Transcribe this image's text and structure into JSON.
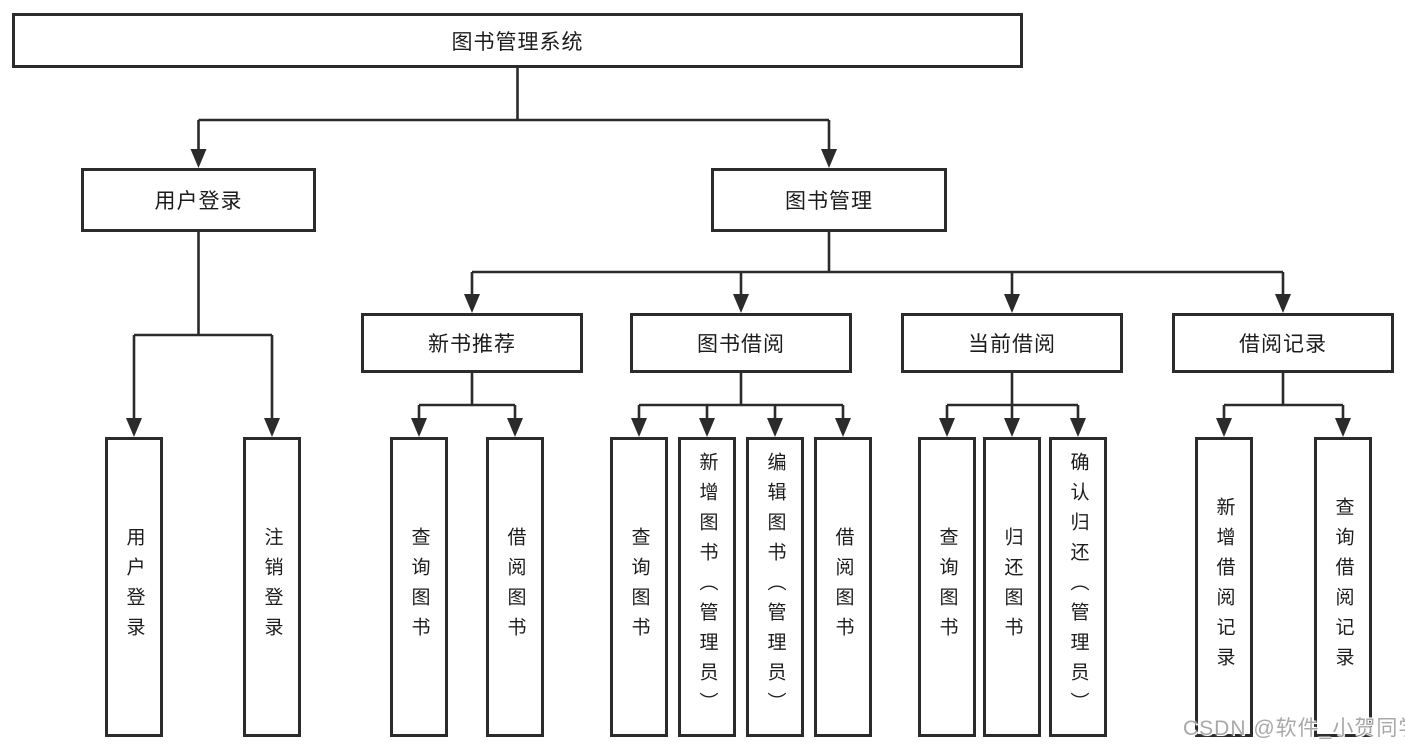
{
  "diagram": {
    "root": {
      "label": "图书管理系统"
    },
    "level2": {
      "login": {
        "label": "用户登录"
      },
      "manage": {
        "label": "图书管理"
      }
    },
    "login_children": {
      "user_login": {
        "label": "用户登录"
      },
      "logout": {
        "label": "注销登录"
      }
    },
    "level3": {
      "recommend": {
        "label": "新书推荐"
      },
      "borrow": {
        "label": "图书借阅"
      },
      "current": {
        "label": "当前借阅"
      },
      "records": {
        "label": "借阅记录"
      }
    },
    "recommend_children": {
      "query_books": {
        "label": "查询图书"
      },
      "borrow_books": {
        "label": "借阅图书"
      }
    },
    "borrow_children": {
      "query_books": {
        "label": "查询图书"
      },
      "add_books": {
        "label": "新增图书（管理员）"
      },
      "edit_books": {
        "label": "编辑图书（管理员）"
      },
      "borrow_books": {
        "label": "借阅图书"
      }
    },
    "current_children": {
      "query_books": {
        "label": "查询图书"
      },
      "return_books": {
        "label": "归还图书"
      },
      "confirm_return": {
        "label": "确认归还（管理员）"
      }
    },
    "records_children": {
      "add_record": {
        "label": "新增借阅记录"
      },
      "query_record": {
        "label": "查询借阅记录"
      }
    },
    "watermark": "CSDN @软件_小贺同学",
    "colors": {
      "line": "#2b2b2b",
      "box_border": "#2b2b2b",
      "text": "#1c1c1c",
      "watermark": "#9e9e9e",
      "background": "#ffffff"
    }
  }
}
